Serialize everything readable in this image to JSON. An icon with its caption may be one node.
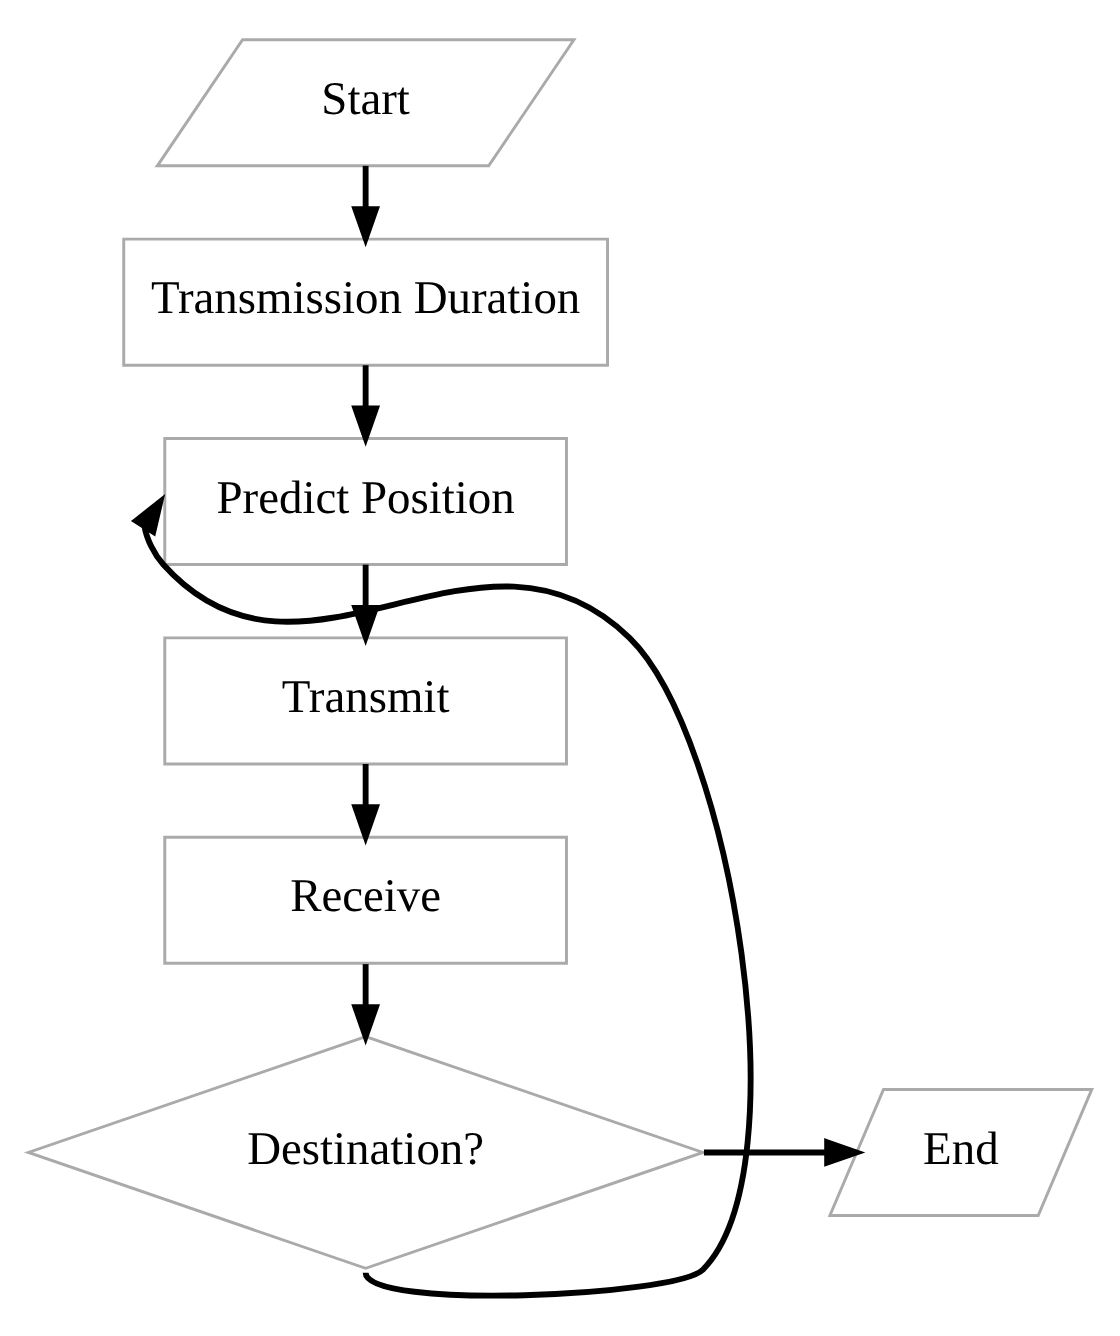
{
  "diagram": {
    "nodes": [
      {
        "text": [
          "Start"
        ]
      },
      {
        "text": [
          "Transmission Duration"
        ]
      },
      {
        "text": [
          "Predict Position"
        ]
      },
      {
        "text": [
          "Transmit"
        ]
      },
      {
        "text": [
          "Receive"
        ]
      },
      {
        "text": [
          "Destination?"
        ]
      },
      {
        "text": [
          "End"
        ]
      }
    ],
    "edges": [
      {
        "from": 0,
        "to": 1,
        "arrow": "to"
      },
      {
        "from": 1,
        "to": 2,
        "arrow": "to"
      },
      {
        "from": 2,
        "to": 3,
        "arrow": "to"
      },
      {
        "from": 3,
        "to": 4,
        "arrow": "to"
      },
      {
        "from": 4,
        "to": 5,
        "arrow": "to"
      },
      {
        "from": 5,
        "to": 6,
        "arrow": "to"
      },
      {
        "from": 5,
        "to": 2,
        "arrow": "to"
      }
    ]
  }
}
